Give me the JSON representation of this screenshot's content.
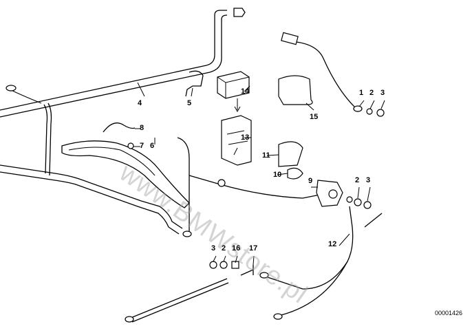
{
  "diagram": {
    "watermark": "www.BMWstore.pl",
    "drawing_code": "00001426",
    "part_labels": [
      {
        "id": "l1",
        "text": "1"
      },
      {
        "id": "l2a",
        "text": "2"
      },
      {
        "id": "l3a",
        "text": "3"
      },
      {
        "id": "l4",
        "text": "4"
      },
      {
        "id": "l5",
        "text": "5"
      },
      {
        "id": "l14",
        "text": "14"
      },
      {
        "id": "l15",
        "text": "15"
      },
      {
        "id": "l8",
        "text": "8"
      },
      {
        "id": "l7",
        "text": "7"
      },
      {
        "id": "l6",
        "text": "6"
      },
      {
        "id": "l13",
        "text": "13"
      },
      {
        "id": "l11",
        "text": "11"
      },
      {
        "id": "l10",
        "text": "10"
      },
      {
        "id": "l9",
        "text": "9"
      },
      {
        "id": "l2b",
        "text": "2"
      },
      {
        "id": "l3b",
        "text": "3"
      },
      {
        "id": "l12",
        "text": "12"
      },
      {
        "id": "l3c",
        "text": "3"
      },
      {
        "id": "l2c",
        "text": "2"
      },
      {
        "id": "l16",
        "text": "16"
      },
      {
        "id": "l17",
        "text": "17"
      }
    ]
  }
}
